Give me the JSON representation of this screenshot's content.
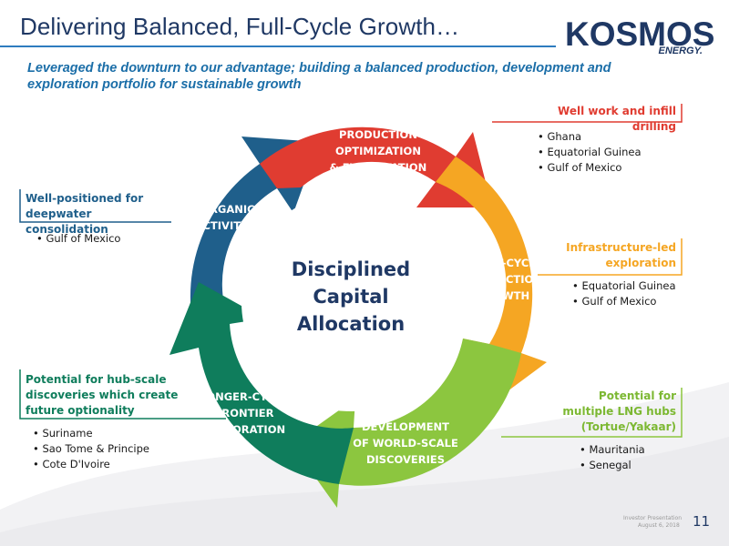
{
  "header": {
    "title": "Delivering Balanced, Full-Cycle Growth…",
    "subtitle": "Leveraged the downturn to our advantage; building a balanced production, development and exploration portfolio for sustainable growth"
  },
  "logo": {
    "word": "KOSMOS",
    "sub": "ENERGY."
  },
  "diagram": {
    "center": [
      "Disciplined",
      "Capital",
      "Allocation"
    ],
    "segments": {
      "production": [
        "PRODUCTION",
        "OPTIMIZATION",
        "& EXPLOITATION"
      ],
      "short_cycle": [
        "SHORT-CYCLE",
        "PRODUCTION",
        "GROWTH"
      ],
      "development": [
        "DEVELOPMENT",
        "OF WORLD-SCALE",
        "DISCOVERIES"
      ],
      "longer_cycle": [
        "LONGER-CYCLE",
        "FRONTIER",
        "EXPLORATION"
      ],
      "inorganic": [
        "INORGANIC",
        "ACTIVITY"
      ]
    },
    "colors": {
      "production": "#e03c31",
      "short_cycle": "#f5a623",
      "development": "#8cc63f",
      "longer_cycle": "#0f7d5c",
      "inorganic": "#1f5f8b"
    }
  },
  "callouts": {
    "production": {
      "title": [
        "Well work and infill drilling"
      ],
      "items": [
        "Ghana",
        "Equatorial Guinea",
        "Gulf of Mexico"
      ]
    },
    "short_cycle": {
      "title": [
        "Infrastructure-led",
        "exploration"
      ],
      "items": [
        "Equatorial Guinea",
        "Gulf of Mexico"
      ]
    },
    "development": {
      "title": [
        "Potential for",
        "multiple LNG hubs",
        "(Tortue/Yakaar)"
      ],
      "items": [
        "Mauritania",
        "Senegal"
      ]
    },
    "longer_cycle": {
      "title": [
        "Potential for hub-scale",
        "discoveries which create",
        "future optionality"
      ],
      "items": [
        "Suriname",
        "Sao Tome & Principe",
        "Cote D'Ivoire"
      ]
    },
    "inorganic": {
      "title": [
        "Well-positioned for",
        "deepwater consolidation"
      ],
      "items": [
        "Gulf of Mexico"
      ]
    }
  },
  "footer": {
    "line1": "Investor Presentation",
    "line2": "August 6, 2018",
    "page": "11"
  }
}
